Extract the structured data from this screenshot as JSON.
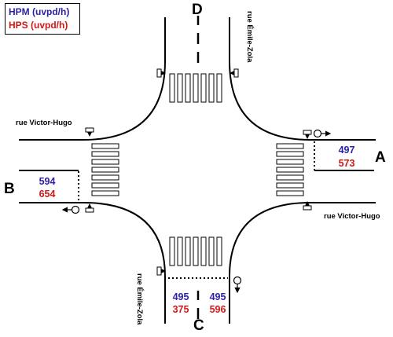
{
  "legend": {
    "hpm_label": "HPM (uvpd/h)",
    "hps_label": "HPS (uvpd/h)",
    "hpm_color": "#2b1fa8",
    "hps_color": "#d01818"
  },
  "approaches": {
    "north": "D",
    "east": "A",
    "south": "C",
    "west": "B"
  },
  "streets": {
    "west_label": "rue Victor-Hugo",
    "east_label": "rue Victor-Hugo",
    "north_label": "rue Émile-Zola",
    "south_label": "rue Émile-Zola"
  },
  "volumes": {
    "east": {
      "hpm": "497",
      "hps": "573"
    },
    "west": {
      "hpm": "594",
      "hps": "654"
    },
    "south_left": {
      "hpm": "495",
      "hps": "375"
    },
    "south_right": {
      "hpm": "495",
      "hps": "596"
    }
  }
}
